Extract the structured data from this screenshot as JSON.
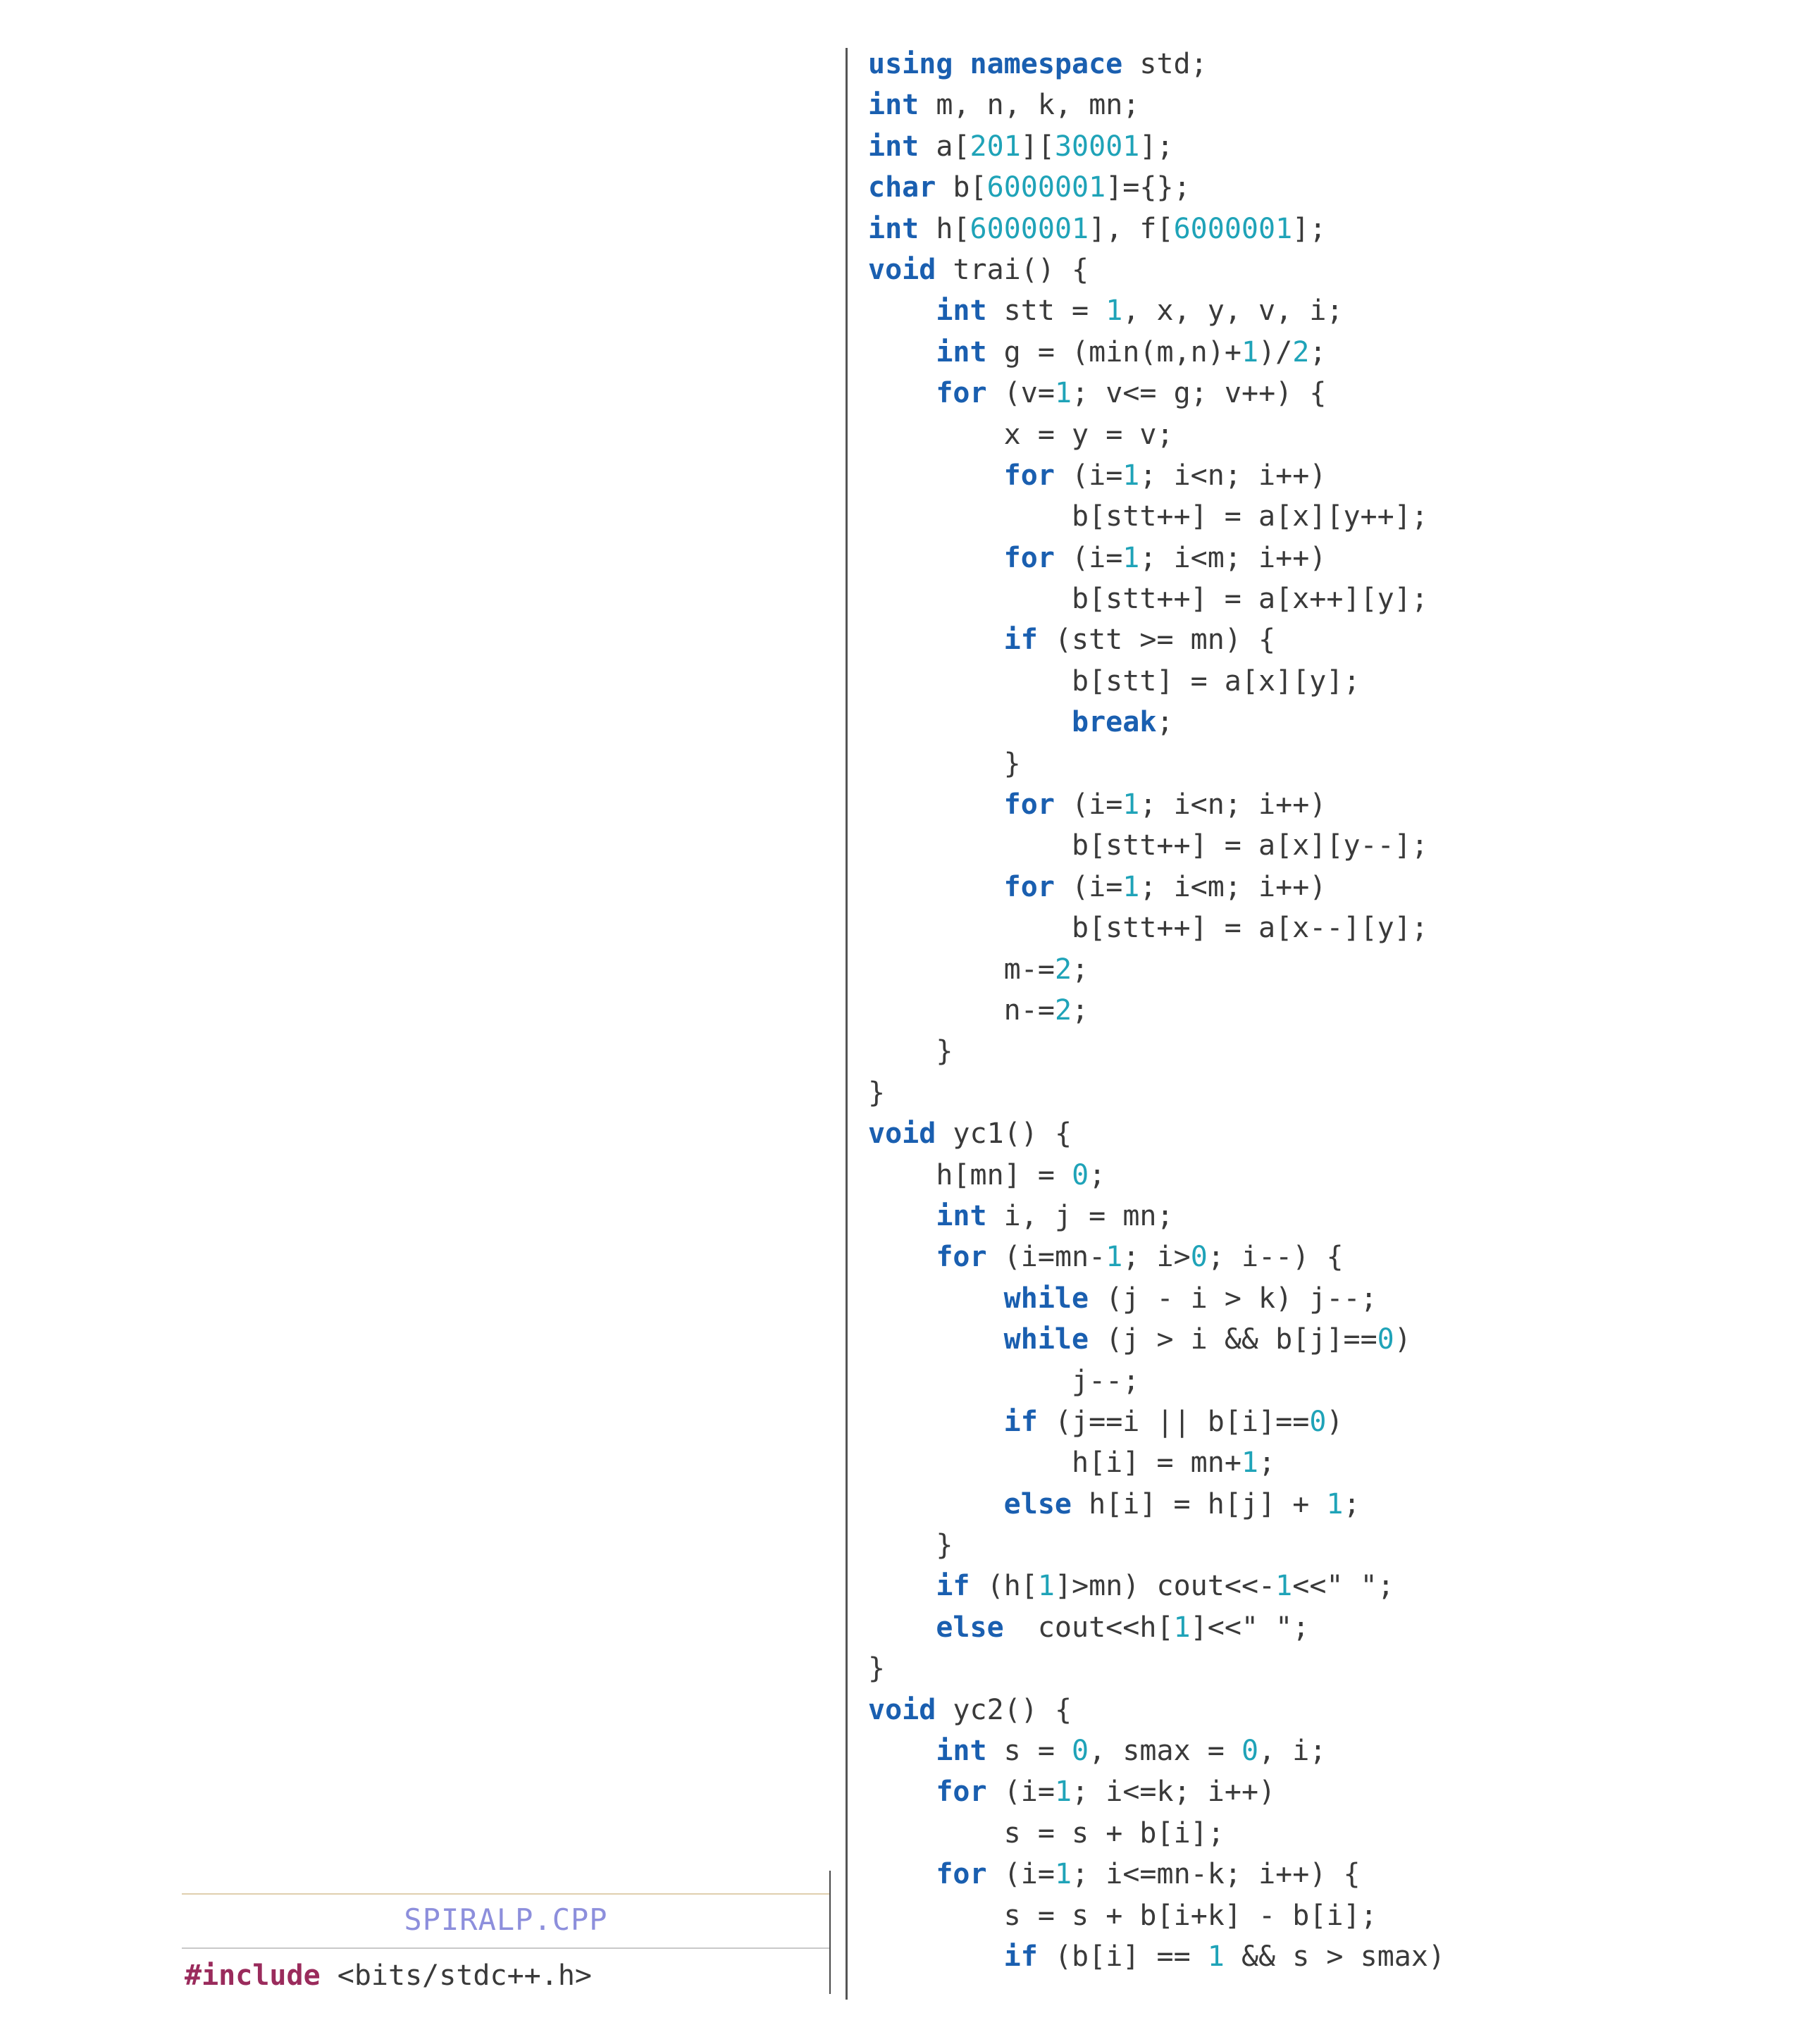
{
  "file": {
    "title": "SPIRALP.CPP",
    "include_directive": "#include",
    "include_header": "<bits/stdc++.h>"
  },
  "code_lines": [
    "using namespace std;",
    "int m, n, k, mn;",
    "int a[201][30001];",
    "char b[6000001]={};",
    "int h[6000001], f[6000001];",
    "void trai() {",
    "    int stt = 1, x, y, v, i;",
    "    int g = (min(m,n)+1)/2;",
    "    for (v=1; v<= g; v++) {",
    "        x = y = v;",
    "        for (i=1; i<n; i++)",
    "            b[stt++] = a[x][y++];",
    "        for (i=1; i<m; i++)",
    "            b[stt++] = a[x++][y];",
    "        if (stt >= mn) {",
    "            b[stt] = a[x][y];",
    "            break;",
    "        }",
    "        for (i=1; i<n; i++)",
    "            b[stt++] = a[x][y--];",
    "        for (i=1; i<m; i++)",
    "            b[stt++] = a[x--][y];",
    "        m-=2;",
    "        n-=2;",
    "    }",
    "}",
    "void yc1() {",
    "    h[mn] = 0;",
    "    int i, j = mn;",
    "    for (i=mn-1; i>0; i--) {",
    "        while (j - i > k) j--;",
    "        while (j > i && b[j]==0)",
    "            j--;",
    "        if (j==i || b[i]==0)",
    "            h[i] = mn+1;",
    "        else h[i] = h[j] + 1;",
    "    }",
    "    if (h[1]>mn) cout<<-1<<\" \";",
    "    else  cout<<h[1]<<\" \";",
    "}",
    "void yc2() {",
    "    int s = 0, smax = 0, i;",
    "    for (i=1; i<=k; i++)",
    "        s = s + b[i];",
    "    for (i=1; i<=mn-k; i++) {",
    "        s = s + b[i+k] - b[i];",
    "        if (b[i] == 1 && s > smax)"
  ],
  "keywords": [
    "using",
    "namespace",
    "int",
    "char",
    "void",
    "for",
    "if",
    "else",
    "while",
    "break"
  ],
  "colors": {
    "keyword": "#1a5fb0",
    "number": "#1fa3b8",
    "preprocessor": "#9a2b5c",
    "title": "#8d8fdc",
    "text": "#3a3a3a"
  }
}
